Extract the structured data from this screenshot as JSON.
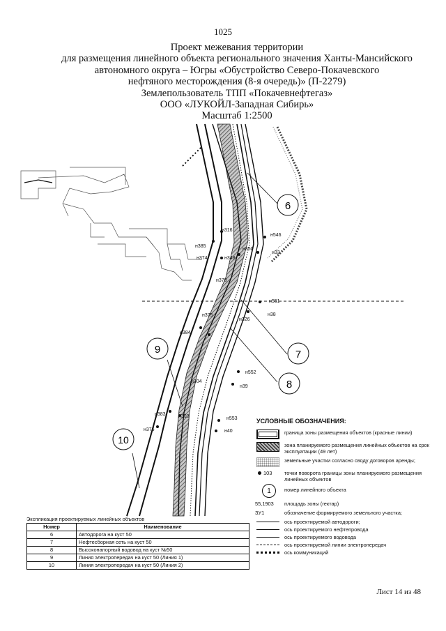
{
  "page_number": "1025",
  "title_lines": [
    "Проект межевания территории",
    "для размещения линейного объекта регионального значения Ханты-Мансийского",
    "автономного округа – Югры «Обустройство Северо-Покачевского",
    "нефтяного месторождения (8-я очередь)» (П-2279)",
    "Землепользователь ТПП «Покачевнефтегаз»",
    "ООО «ЛУКОЙЛ-Западная Сибирь»",
    "Масштаб 1:2500"
  ],
  "map": {
    "object_labels": [
      "6",
      "7",
      "8",
      "9",
      "10"
    ],
    "point_labels": [
      "н316",
      "н385",
      "н374",
      "н348",
      "н350",
      "н546",
      "н33",
      "н551",
      "н38",
      "н384",
      "н375",
      "н552",
      "н39",
      "н383",
      "н376",
      "н553",
      "н40",
      "н303",
      "н304",
      "н378",
      "н326"
    ]
  },
  "legend": {
    "heading": "УСЛОВНЫЕ ОБОЗНАЧЕНИЯ:",
    "items": [
      {
        "symbol": "box-red",
        "text": "граница зоны размещения объектов (красные линии)"
      },
      {
        "symbol": "box-hatch",
        "text": "зона планируемого размещения линейных объектов на срок эксплуатации (49 лет)"
      },
      {
        "symbol": "box-dots",
        "text": "земельные участки согласно своду договоров аренды;"
      },
      {
        "symbol": "point",
        "symbol_text": "103",
        "text": "точки поворота границы зоны планируемого размещения линейных объектов"
      },
      {
        "symbol": "circle",
        "symbol_text": "1",
        "text": "номер линейного объекта"
      },
      {
        "symbol": "text",
        "symbol_text": "55,1903",
        "text": "площадь зоны (гектар)"
      },
      {
        "symbol": "text",
        "symbol_text": "ЗУ1",
        "text": "обозначение формируемого земельного участка;"
      }
    ],
    "line_items": [
      {
        "style": "solid",
        "text": "ось проектируемой автодороги;"
      },
      {
        "style": "solid",
        "text": "ось проектируемого нефтепровода"
      },
      {
        "style": "solid",
        "text": "ось проектируемого водовода"
      },
      {
        "style": "dashed",
        "text": "ось проектируемой линии электропередач"
      },
      {
        "style": "hatched",
        "text": "ось коммуникаций"
      }
    ]
  },
  "explication": {
    "title": "Экспликация проектируемых линейных объектов",
    "headers": [
      "Номер",
      "Наименование"
    ],
    "rows": [
      [
        "6",
        "Автодорога на куст 50"
      ],
      [
        "7",
        "Нефтесборная сеть на куст 50"
      ],
      [
        "8",
        "Высоконапорный водовод на куст №50"
      ],
      [
        "9",
        "Линия электропередач на куст 50 (Линия 1)"
      ],
      [
        "10",
        "Линия электропередач на куст 50 (Линия 2)"
      ]
    ]
  },
  "sheet_label": "Лист 14 из 48"
}
